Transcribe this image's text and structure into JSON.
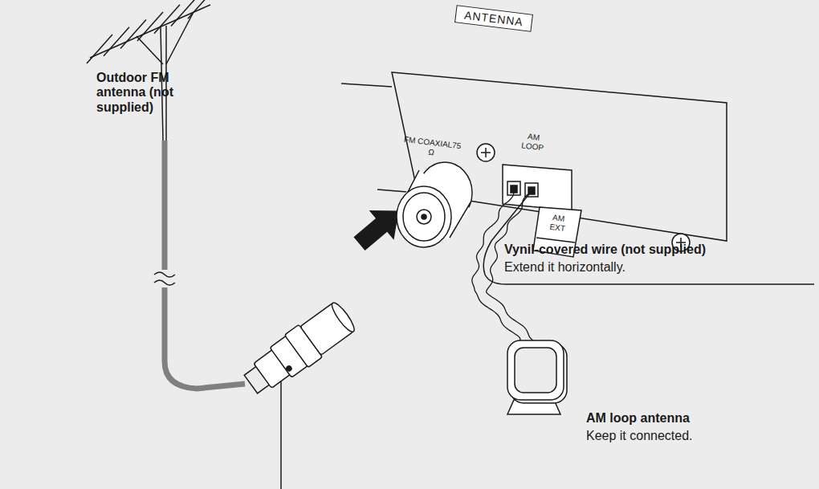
{
  "diagram": {
    "nodes": [
      {
        "text": [
          "ANTENNA"
        ]
      }
    ],
    "labels": [
      "Outdoor FM antenna (not supplied)",
      "FM COAXIAL75 Ω",
      "AM LOOP",
      "AM EXT",
      "Vynil-covered wire (not supplied)",
      "Extend it horizontally.",
      "AM loop antenna",
      "Keep it connected."
    ]
  }
}
